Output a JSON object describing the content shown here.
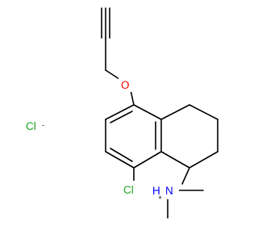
{
  "colors": {
    "bond": "#000000",
    "chlorine": "#1fa01f",
    "nitrogen": "#0000ff",
    "oxygen": "#ff0000",
    "background": "#ffffff"
  },
  "labels": {
    "counterion": "Cl",
    "counterion_charge": "-",
    "aryl_chlorine": "Cl",
    "ether_oxygen": "O",
    "ammonium_h": "H",
    "ammonium_n": "N",
    "ammonium_charge": "+"
  }
}
